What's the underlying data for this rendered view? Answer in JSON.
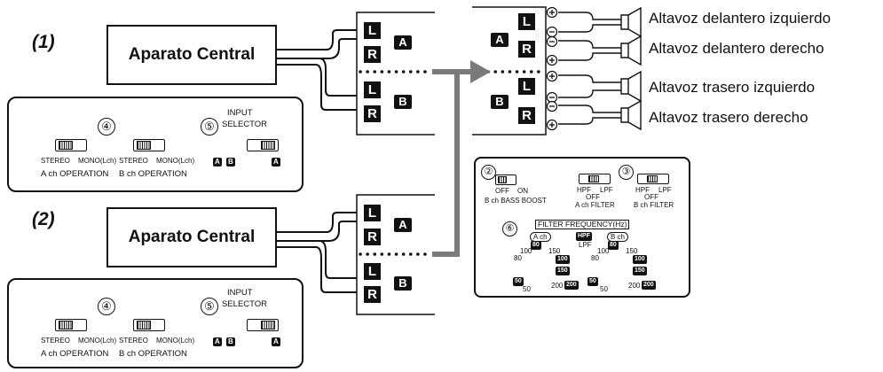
{
  "section1": {
    "label": "(1)",
    "central": "Aparato Central",
    "panel": {
      "num4": "④",
      "num5": "⑤",
      "input": "INPUT",
      "selector": "SELECTOR",
      "stereo": "STEREO",
      "mono": "MONO(Lch)",
      "a_op": "A ch OPERATION",
      "b_op": "B ch OPERATION",
      "tag_a": "A",
      "tag_b": "B"
    }
  },
  "section2": {
    "label": "(2)",
    "central": "Aparato Central",
    "panel": {
      "num4": "④",
      "num5": "⑤",
      "input": "INPUT",
      "selector": "SELECTOR",
      "stereo": "STEREO",
      "mono": "MONO(Lch)",
      "a_op": "A ch OPERATION",
      "b_op": "B ch OPERATION",
      "tag_a": "A",
      "tag_b": "B"
    }
  },
  "terminals": {
    "L": "L",
    "R": "R",
    "A": "A",
    "B": "B"
  },
  "polarity": {
    "plus": "+",
    "minus": "−"
  },
  "speakers": [
    "Altavoz delantero izquierdo",
    "Altavoz delantero derecho",
    "Altavoz trasero izquierdo",
    "Altavoz trasero derecho"
  ],
  "filter_panel": {
    "num2": "②",
    "num3": "③",
    "num6": "⑥",
    "off": "OFF",
    "on": "ON",
    "bass_boost": "B ch BASS BOOST",
    "hpf": "HPF",
    "lpf": "LPF",
    "a_filter": "A ch FILTER",
    "b_filter": "B ch FILTER",
    "filter_freq": "FILTER FREQUENCY(Hz)",
    "a_ch": "A ch",
    "b_ch": "B ch",
    "dial": {
      "f50": "50",
      "f80": "80",
      "f100": "100",
      "f150": "150",
      "f200": "200"
    }
  }
}
